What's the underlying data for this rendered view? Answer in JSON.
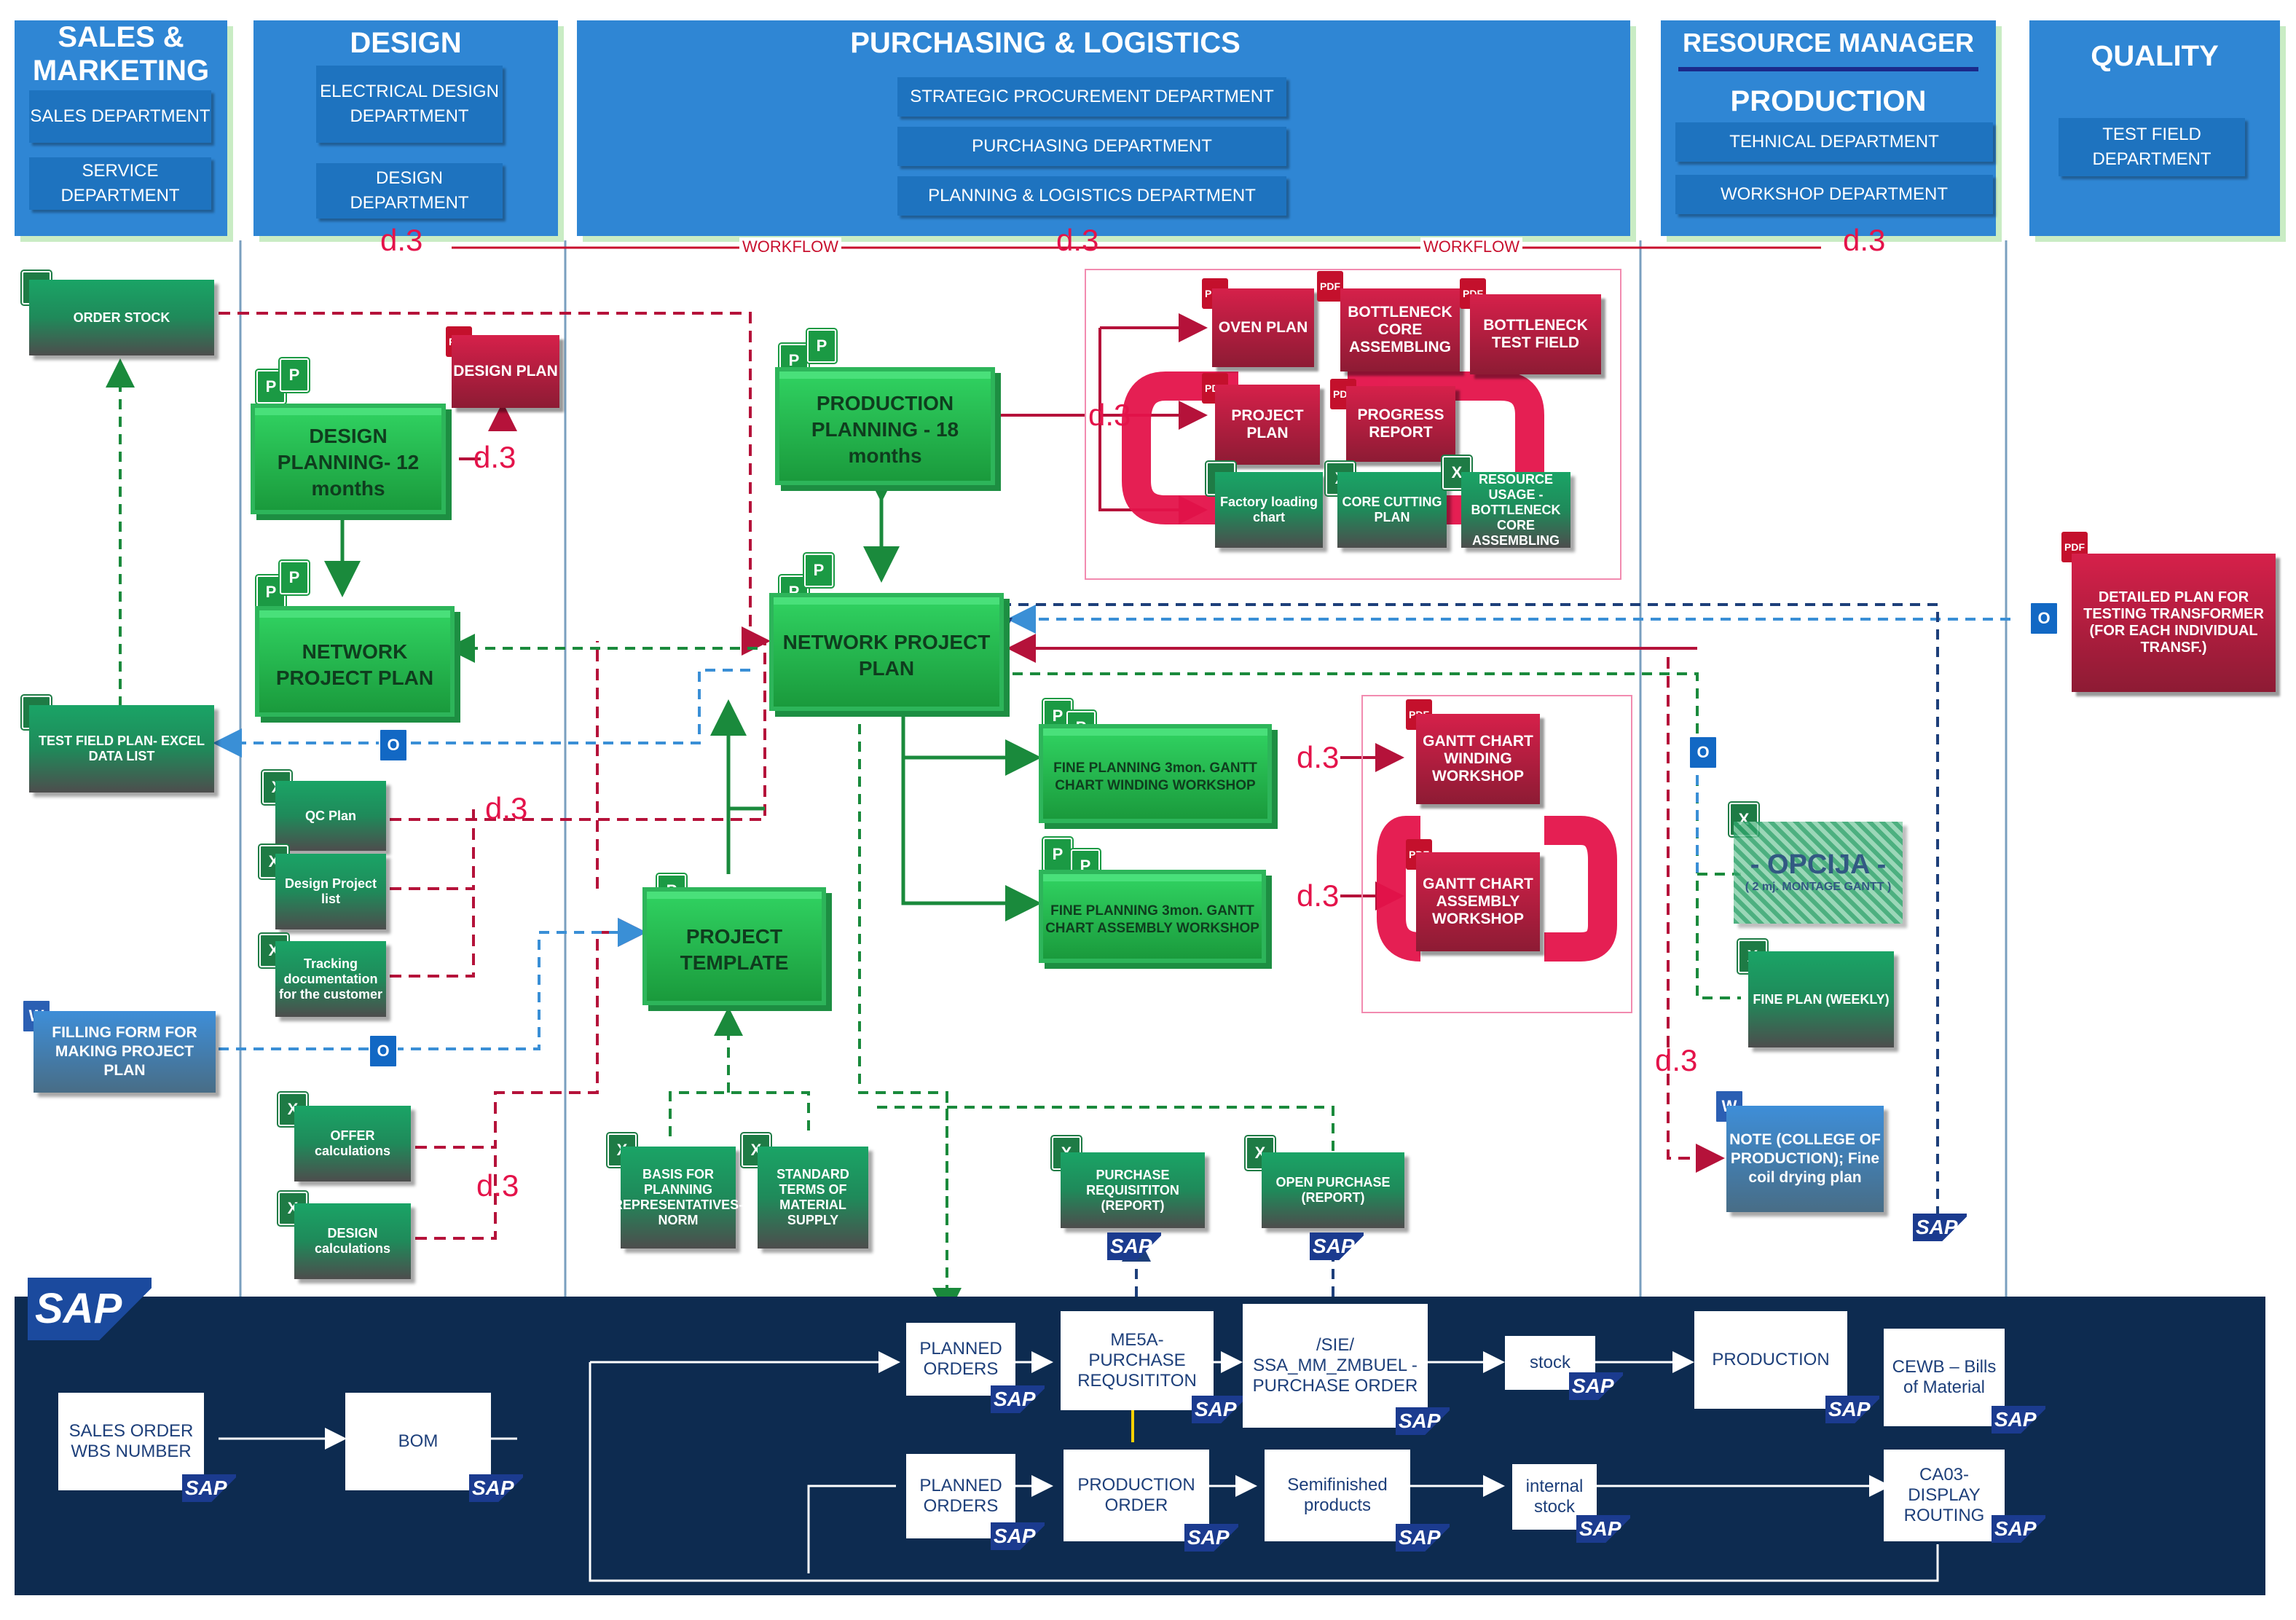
{
  "departments": {
    "sales": {
      "title": "SALES & MARKETING",
      "subs": [
        "SALES DEPARTMENT",
        "SERVICE DEPARTMENT"
      ]
    },
    "design": {
      "title": "DESIGN",
      "subs": [
        "ELECTRICAL DESIGN DEPARTMENT",
        "DESIGN DEPARTMENT"
      ]
    },
    "purchasing": {
      "title": "PURCHASING & LOGISTICS",
      "subs": [
        "STRATEGIC PROCUREMENT DEPARTMENT",
        "PURCHASING DEPARTMENT",
        "PLANNING & LOGISTICS DEPARTMENT"
      ]
    },
    "production": {
      "resource_manager": "RESOURCE MANAGER",
      "title": "PRODUCTION",
      "subs": [
        "TEHNICAL DEPARTMENT",
        "WORKSHOP DEPARTMENT"
      ]
    },
    "quality": {
      "title": "QUALITY",
      "subs": [
        "TEST FIELD DEPARTMENT"
      ]
    }
  },
  "workflow": {
    "label": "WORKFLOW",
    "d3": "d.3"
  },
  "nodes": {
    "order_stock": "ORDER STOCK",
    "test_field_plan": "TEST FIELD PLAN- EXCEL DATA LIST",
    "filling_form": "FILLING FORM FOR MAKING PROJECT PLAN",
    "design_plan": "DESIGN PLAN",
    "design_planning": "DESIGN PLANNING- 12 months",
    "network_plan_left": "NETWORK PROJECT PLAN",
    "qc_plan": "QC Plan",
    "design_project_list": "Design Project list",
    "tracking": "Tracking documentation for the customer",
    "offer_calc": "OFFER calculations",
    "design_calc": "DESIGN calculations",
    "project_template": "PROJECT TEMPLATE",
    "basis_planning": "BASIS FOR PLANNING REPRESENTATIVES-NORM",
    "standard_terms": "STANDARD TERMS OF MATERIAL SUPPLY",
    "production_planning": "PRODUCTION PLANNING - 18 months",
    "network_plan_center": "NETWORK PROJECT PLAN",
    "oven_plan": "OVEN PLAN",
    "bottleneck_core": "BOTTLENECK CORE ASSEMBLING",
    "bottleneck_test": "BOTTLENECK TEST FIELD",
    "project_plan": "PROJECT PLAN",
    "progress_report": "PROGRESS REPORT",
    "factory_loading": "Factory loading chart",
    "core_cutting": "CORE CUTTING PLAN",
    "resource_usage": "RESOURCE USAGE - BOTTLENECK CORE ASSEMBLING",
    "fine_winding": "FINE PLANNING 3mon. GANTT CHART WINDING WORKSHOP",
    "fine_assembly": "FINE PLANNING 3mon. GANTT CHART ASSEMBLY WORKSHOP",
    "gantt_winding": "GANTT CHART WINDING WORKSHOP",
    "gantt_assembly": "GANTT CHART ASSEMBLY WORKSHOP",
    "purchase_req": "PURCHASE REQUISITITON (REPORT)",
    "open_purchase": "OPEN PURCHASE (REPORT)",
    "opcija": "- OPCIJA -",
    "opcija_sub": "( 2 mj. MONTAGE GANTT )",
    "fine_plan_weekly": "FINE PLAN (WEEKLY)",
    "note": "NOTE (COLLEGE OF PRODUCTION); Fine coil drying plan",
    "detailed_plan": "DETAILED PLAN FOR TESTING TRANSFORMER (FOR EACH INDIVIDUAL TRANSF.)"
  },
  "sap": {
    "logo": "SAP",
    "sales_order": "SALES ORDER WBS NUMBER",
    "bom": "BOM",
    "planned_orders_1": "PLANNED ORDERS",
    "planned_orders_2": "PLANNED ORDERS",
    "me5a": "ME5A- PURCHASE REQUSITITON",
    "sie": "/SIE/ SSA_MM_ZMBUEL - PURCHASE ORDER",
    "production_order": "PRODUCTION ORDER",
    "semifinished": "Semifinished products",
    "stock": "stock",
    "internal_stock": "internal stock",
    "production": "PRODUCTION",
    "cewb": "CEWB – Bills of Material",
    "ca03": "CA03- DISPLAY ROUTING"
  },
  "colors": {
    "dept_blue": "#2f86d4",
    "sap_navy": "#0d2b50",
    "green": "#1a9a3c",
    "red": "#c8102e",
    "dash_blue": "#3a8fd6"
  }
}
